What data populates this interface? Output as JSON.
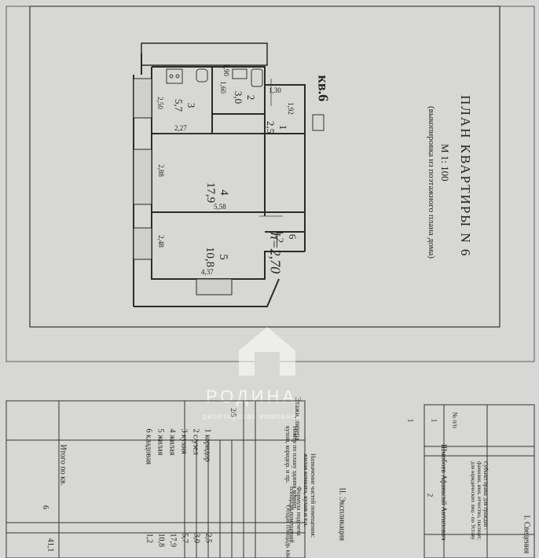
{
  "plan": {
    "title": "ПЛАН КВАРТИРЫ N",
    "number": "6",
    "subtitle": "(выкопировка из поэтажного плана дома)",
    "scale": "М 1: 100",
    "apartment_tag": "кв.6",
    "ceiling_height": "h=2,70"
  },
  "rooms": [
    {
      "no": "1",
      "area": "2,5"
    },
    {
      "no": "2",
      "area": "3,0"
    },
    {
      "no": "3",
      "area": "5,7"
    },
    {
      "no": "4",
      "area": "17,9"
    },
    {
      "no": "5",
      "area": "10,8"
    },
    {
      "no": "6",
      "area": "1,2"
    }
  ],
  "dimensions": {
    "d190": "1,90",
    "d160": "1,60",
    "d130": "1,30",
    "d192": "1,92",
    "d250": "2,50",
    "d227": "2,27",
    "d288": "2,88",
    "d558": "5,58",
    "d248": "2,48",
    "d437": "4,37"
  },
  "watermark": {
    "name": "РОДИНА",
    "tagline": "риэлторская компания"
  },
  "table": {
    "section_title": "II. Экспликация",
    "headers": {
      "floor": "Этажи, литера",
      "room_no": "Номер по плану здания комнат, кухни, коридор. и пр.",
      "purpose": "Назначение частей помещения: жилая комната, кухня и т.п.",
      "formula": "Формула подсчета площади помещений",
      "area": "Общая площадь квартиры"
    },
    "col_numbers": [
      "1",
      "2",
      "3",
      "4",
      "5"
    ],
    "etazh_label": "2/5",
    "rows": [
      {
        "no": "1",
        "purpose": "коридор",
        "area": "2,5"
      },
      {
        "no": "2",
        "purpose": "с/узел",
        "area": "3,0"
      },
      {
        "no": "3",
        "purpose": "кухня",
        "area": "5,7"
      },
      {
        "no": "4",
        "purpose": "жилая",
        "area": "17,9"
      },
      {
        "no": "5",
        "purpose": "жилая",
        "area": "10,8"
      },
      {
        "no": "6",
        "purpose": "кладовая",
        "area": "1,2"
      }
    ],
    "total_label": "Итого по кв.",
    "total_no": "6",
    "total_area": "41,1"
  },
  "owner_table": {
    "section_title": "I. Сведения",
    "col_no": "№ п/п",
    "col_subject": "Субъект права: для граждан - фамилия, имя, отчество, паспорт; для юридических лиц - по Уставу",
    "num1": "1",
    "num2": "2",
    "row_no": "1",
    "owner": "Шмобоев Афанасий Антипович"
  }
}
